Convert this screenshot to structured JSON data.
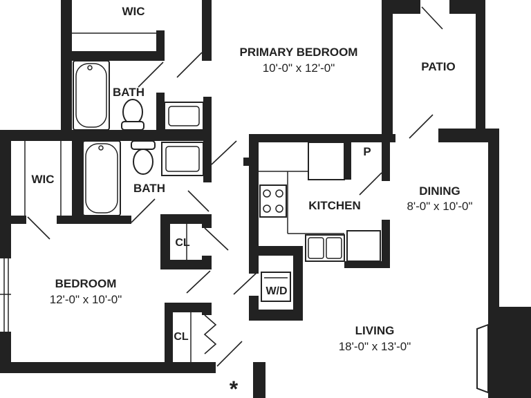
{
  "rooms": {
    "wic_top": {
      "name": "WIC"
    },
    "wic_left": {
      "name": "WIC"
    },
    "bath_top": {
      "name": "BATH"
    },
    "bath_bottom": {
      "name": "BATH"
    },
    "primary_bedroom": {
      "name": "PRIMARY BEDROOM",
      "size": "10'-0\" x 12'-0\""
    },
    "patio": {
      "name": "PATIO"
    },
    "kitchen": {
      "name": "KITCHEN"
    },
    "pantry": {
      "name": "P"
    },
    "dining": {
      "name": "DINING",
      "size": "8'-0\" x 10'-0\""
    },
    "bedroom": {
      "name": "BEDROOM",
      "size": "12'-0\" x 10'-0\""
    },
    "closet_1": {
      "name": "CL"
    },
    "closet_2": {
      "name": "CL"
    },
    "laundry": {
      "name": "W/D"
    },
    "living": {
      "name": "LIVING",
      "size": "18'-0\" x 13'-0\""
    }
  },
  "entry_marker": "*",
  "colors": {
    "wall": "#222222",
    "background": "#ffffff"
  }
}
